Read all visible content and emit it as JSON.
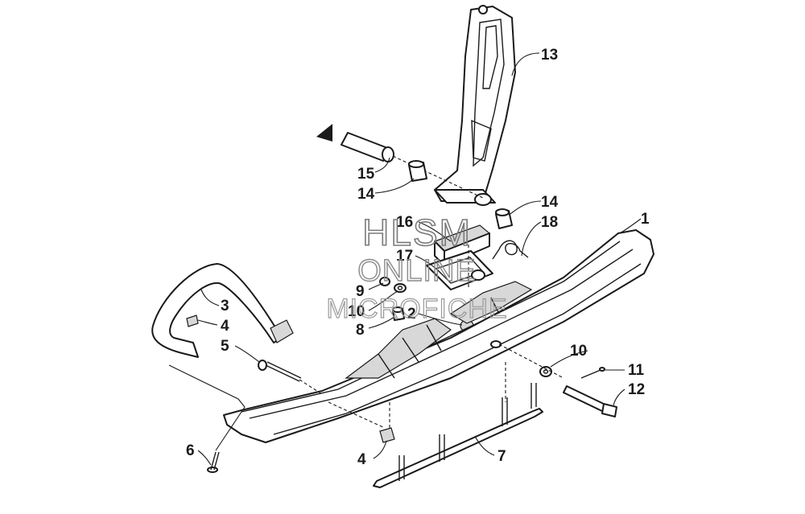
{
  "watermark": {
    "line1": "HLSM",
    "line2": "ONLINE",
    "line3": "MICROFICHE"
  },
  "callouts": [
    "1",
    "2",
    "3",
    "4",
    "4",
    "5",
    "6",
    "7",
    "8",
    "9",
    "10",
    "10",
    "11",
    "12",
    "13",
    "14",
    "14",
    "15",
    "16",
    "17",
    "18"
  ]
}
